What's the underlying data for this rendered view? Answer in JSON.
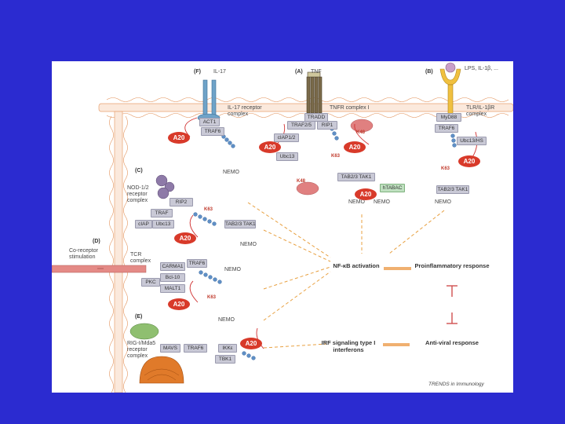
{
  "panels": {
    "F": "(F)",
    "A": "(A)",
    "B": "(B)",
    "C": "(C)",
    "D": "(D)",
    "E": "(E)"
  },
  "ligands": {
    "il17": "IL-17",
    "tnf": "TNF",
    "lps": "LPS, IL-1β, ..."
  },
  "receptors": {
    "il17": "IL-17 receptor complex",
    "tnfr": "TNFR complex I",
    "tlr": "TLR/IL-1βR complex",
    "nod": "NOD-1/2 receptor complex",
    "tcr": "TCR complex",
    "rig": "RIG-I/Mda5 receptor complex",
    "costim": "Co-receptor stimulation"
  },
  "proteins": {
    "act1": "ACT1",
    "traf6": "TRAF6",
    "tradd": "TRADD",
    "traf25": "TRAF2/5",
    "rip1": "RIP1",
    "ciap": "cIAP1/2",
    "ubc13": "Ubc13",
    "myd88": "MyD88",
    "ubc13hs": "Ubc13/HS",
    "tab23": "TAB2/3",
    "tak1": "TAK1",
    "rip2": "RIP2",
    "traf": "TRAF",
    "ciap2": "cIAP",
    "ubc13b": "Ubc13",
    "carma1": "CARMA1",
    "bcl10": "Bcl-10",
    "pkc": "PKC",
    "malt1": "MALT1",
    "mavs": "MAVS",
    "ikk": "IKKε",
    "tbk1": "TBK1",
    "nemo": "NEMO",
    "htabac": "hTABAC",
    "tab2tak1": "TAB2/3 TAK1"
  },
  "enzyme": "A20",
  "labels": {
    "k48": "K48",
    "k63": "K63"
  },
  "outputs": {
    "nfkb": "NF-κB activation",
    "proinf": "Proinflammatory response",
    "irf": "IRF signaling type I interferons",
    "antiviral": "Anti-viral response"
  },
  "credit": "TRENDS in Immunology"
}
